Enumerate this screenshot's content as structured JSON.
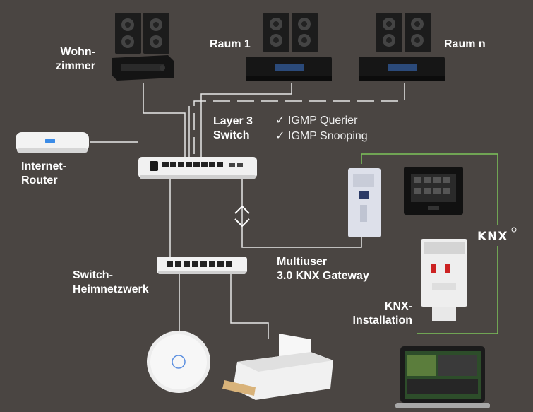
{
  "labels": {
    "living_room": [
      "Wohn-",
      "zimmer"
    ],
    "room_1": "Raum 1",
    "room_n": "Raum n",
    "layer3_switch": [
      "Layer 3",
      "Switch"
    ],
    "internet_router": [
      "Internet-",
      "Router"
    ],
    "home_switch": [
      "Switch-",
      "Heimnetzwerk"
    ],
    "gateway": [
      "Multiuser",
      "3.0 KNX Gateway"
    ],
    "knx_installation": [
      "KNX-",
      "Installation"
    ],
    "knx_logo": "KNX"
  },
  "features": [
    {
      "icon": "check-icon",
      "text": "IGMP Querier"
    },
    {
      "icon": "check-icon",
      "text": "IGMP Snooping"
    }
  ],
  "colors": {
    "background": "#4a4542",
    "ethernet_line": "#e8e8e8",
    "knx_line": "#7cc35a",
    "device_white": "#f2f2f2",
    "device_black": "#1a1a1a"
  }
}
